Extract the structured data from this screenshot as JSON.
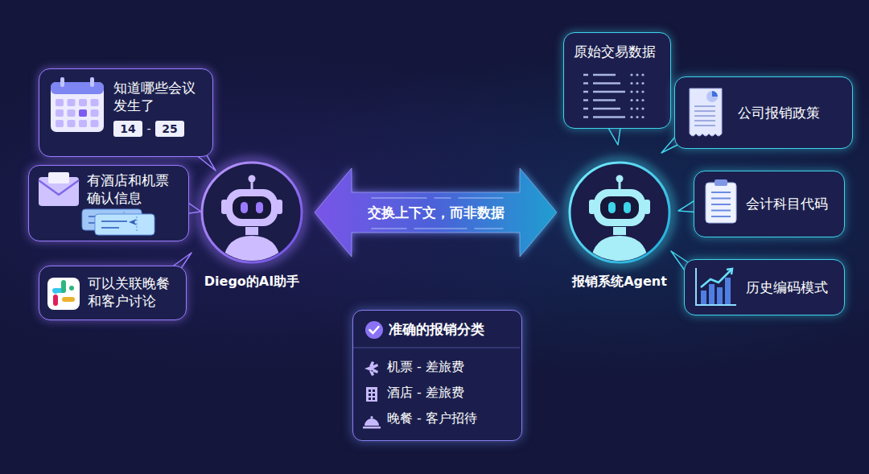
{
  "diagram": {
    "nodes": [
      {
        "text": [
          "Diego的AI助手"
        ]
      },
      {
        "text": [
          "报销系统Agent"
        ]
      },
      {
        "text": [
          "知道哪些会议发生了"
        ]
      },
      {
        "text": [
          "有酒店和机票确认信息"
        ]
      },
      {
        "text": [
          "可以关联晚餐和客户讨论"
        ]
      },
      {
        "text": [
          "原始交易数据"
        ]
      },
      {
        "text": [
          "公司报销政策"
        ]
      },
      {
        "text": [
          "会计科目代码"
        ]
      },
      {
        "text": [
          "历史编码模式"
        ]
      },
      {
        "text": [
          "准确的报销分类",
          "机票 - 差旅费",
          "酒店 - 差旅费",
          "晚餐 - 客户招待"
        ]
      }
    ],
    "edges": [
      {
        "from": 0,
        "to": 1,
        "arrow": "both",
        "label": "交换上下文，而非数据"
      }
    ],
    "labels": [
      "14",
      "-",
      "25"
    ]
  }
}
